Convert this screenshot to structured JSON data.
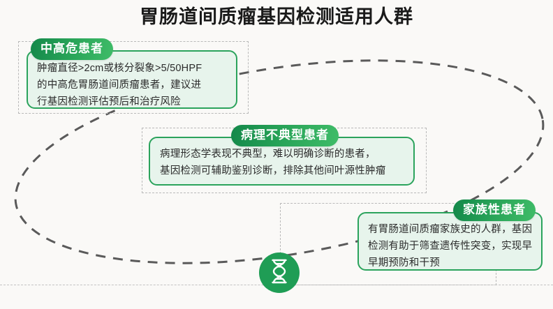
{
  "page": {
    "title": "胃肠道间质瘤基因检测适用人群",
    "background_color": "#faf9f7",
    "accent_color": "#2ba35c",
    "badge_gradient_from": "#14884a",
    "badge_gradient_to": "#3fbc68",
    "card_fill": "#e7f4ec",
    "dashed_guide_color": "#b9b9b9",
    "ellipse_color": "#5a5a5a"
  },
  "cards": [
    {
      "badge": "中高危患者",
      "body": "肿瘤直径>2cm或核分裂象>5/50HPF\n的中高危胃肠道间质瘤患者，建议进\n行基因检测评估预后和治疗风险"
    },
    {
      "badge": "病理不典型患者",
      "body": "病理形态学表现不典型，难以明确诊断的患者，\n基因检测可辅助鉴别诊断，排除其他间叶源性肿瘤"
    },
    {
      "badge": "家族性患者",
      "body": "有胃肠道间质瘤家族史的人群，基因\n检测有助于筛查遗传性突变，实现早\n早期预防和干预"
    }
  ],
  "footer": {
    "icon": "dna-helix-icon"
  }
}
